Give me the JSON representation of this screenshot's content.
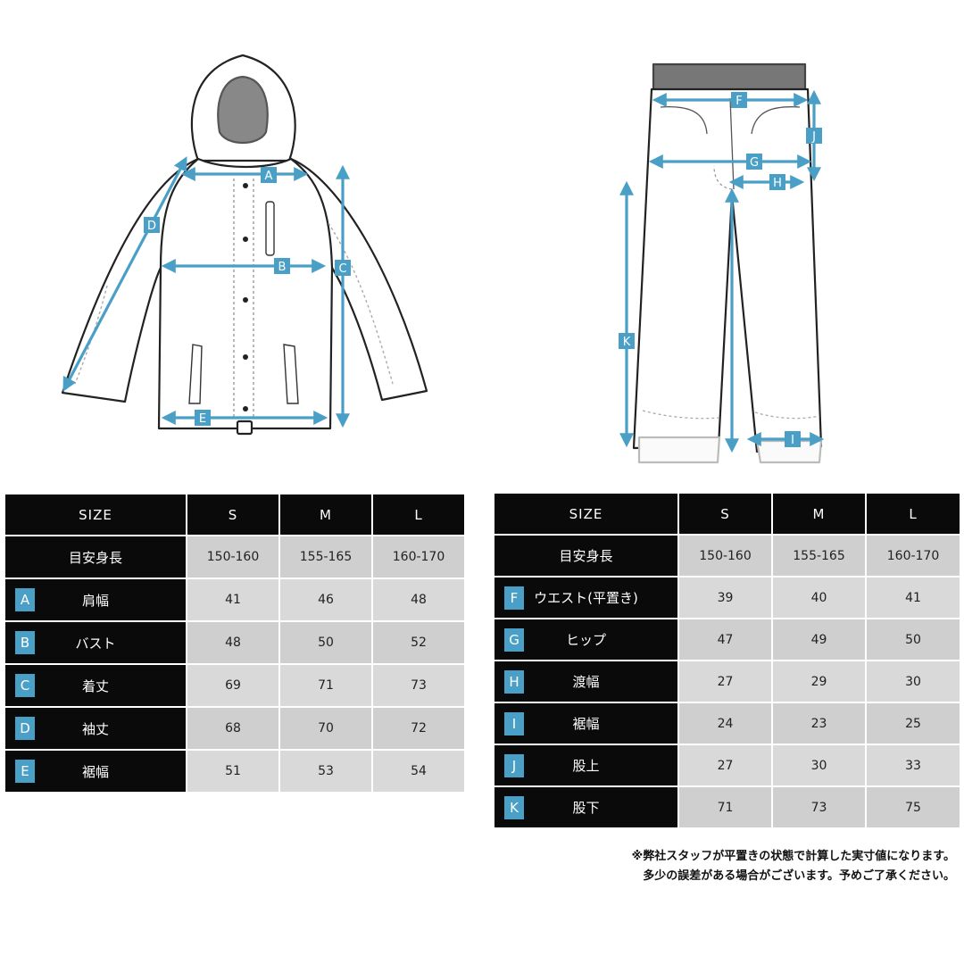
{
  "colors": {
    "accent": "#4a9fc6",
    "header_bg": "#0a0a0a",
    "cell_bg": "#cfcfcf"
  },
  "diagram_labels": {
    "jacket": [
      "A",
      "B",
      "C",
      "D",
      "E"
    ],
    "pants": [
      "F",
      "G",
      "H",
      "J",
      "K",
      "I"
    ]
  },
  "jacket_table": {
    "headers": [
      "SIZE",
      "S",
      "M",
      "L"
    ],
    "height_row": {
      "label": "目安身長",
      "values": [
        "150-160",
        "155-165",
        "160-170"
      ]
    },
    "rows": [
      {
        "letter": "A",
        "label": "肩幅",
        "values": [
          "41",
          "46",
          "48"
        ]
      },
      {
        "letter": "B",
        "label": "バスト",
        "values": [
          "48",
          "50",
          "52"
        ]
      },
      {
        "letter": "C",
        "label": "着丈",
        "values": [
          "69",
          "71",
          "73"
        ]
      },
      {
        "letter": "D",
        "label": "袖丈",
        "values": [
          "68",
          "70",
          "72"
        ]
      },
      {
        "letter": "E",
        "label": "裾幅",
        "values": [
          "51",
          "53",
          "54"
        ]
      }
    ]
  },
  "pants_table": {
    "headers": [
      "SIZE",
      "S",
      "M",
      "L"
    ],
    "height_row": {
      "label": "目安身長",
      "values": [
        "150-160",
        "155-165",
        "160-170"
      ]
    },
    "rows": [
      {
        "letter": "F",
        "label": "ウエスト(平置き)",
        "values": [
          "39",
          "40",
          "41"
        ]
      },
      {
        "letter": "G",
        "label": "ヒップ",
        "values": [
          "47",
          "49",
          "50"
        ]
      },
      {
        "letter": "H",
        "label": "渡幅",
        "values": [
          "27",
          "29",
          "30"
        ]
      },
      {
        "letter": "I",
        "label": "裾幅",
        "values": [
          "24",
          "23",
          "25"
        ]
      },
      {
        "letter": "J",
        "label": "股上",
        "values": [
          "27",
          "30",
          "33"
        ]
      },
      {
        "letter": "K",
        "label": "股下",
        "values": [
          "71",
          "73",
          "75"
        ]
      }
    ]
  },
  "notes": [
    "※弊社スタッフが平置きの状態で計算した実寸値になります。",
    "多少の誤差がある場合がございます。予めご了承ください。"
  ]
}
